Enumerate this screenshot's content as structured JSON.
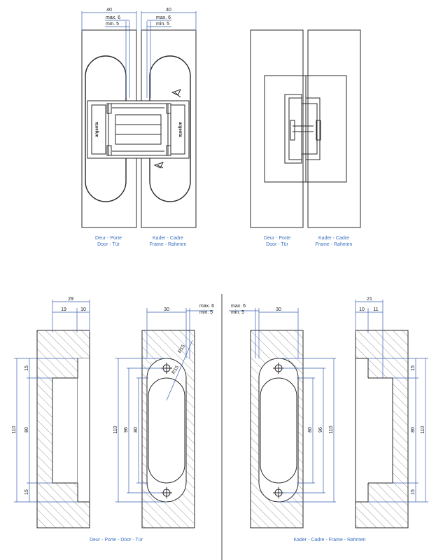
{
  "top_left": {
    "dim_left": "40",
    "dim_right": "40",
    "max_left": "max. 6",
    "min_left": "min. 5",
    "max_right": "max. 6",
    "min_right": "min. 5",
    "brand": "argenta",
    "caption_door_1": "Deur - Porte",
    "caption_door_2": "Door - Tür",
    "caption_frame_1": "Kader - Cadre",
    "caption_frame_2": "Frame - Rahmen"
  },
  "top_right": {
    "caption_door_1": "Deur - Porte",
    "caption_door_2": "Door - Tür",
    "caption_frame_1": "Kader - Cadre",
    "caption_frame_2": "Frame - Rahmen"
  },
  "bottom_left": {
    "d29": "29",
    "d19": "19",
    "d10": "10",
    "d110": "110",
    "d15a": "15",
    "d80": "80",
    "d15b": "15",
    "d30": "30",
    "max": "max. 6",
    "min": "min. 5",
    "r15a": "R15",
    "r15b": "R15",
    "d110b": "110",
    "d96": "96",
    "d80b": "80",
    "caption": "Deur - Porte - Door - Tür"
  },
  "bottom_right": {
    "max": "max. 6",
    "min": "min. 5",
    "d30": "30",
    "d80": "80",
    "d96": "96",
    "d110": "110",
    "d21": "21",
    "d10": "10",
    "d11": "11",
    "d15a": "15",
    "d80b": "80",
    "d110b": "110",
    "d15b": "15",
    "caption": "Kader - Cadre - Frame - Rahmen"
  }
}
